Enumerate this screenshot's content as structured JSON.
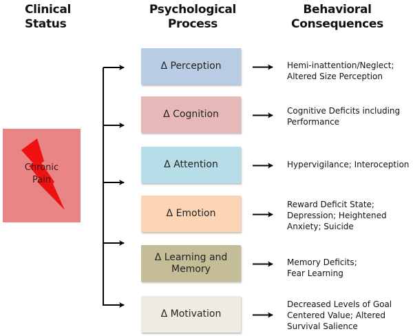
{
  "headers": {
    "clinical": [
      "Clinical",
      "Status"
    ],
    "process": [
      "Psychological",
      "Process"
    ],
    "consequences": [
      "Behavioral",
      "Consequences"
    ]
  },
  "clinical_status": {
    "label": [
      "Chronic",
      "Pain"
    ],
    "icon": "lightning-bolt-icon",
    "colors": {
      "box": "#e98585",
      "bolt": "#ee1111"
    }
  },
  "processes": [
    {
      "label": "Δ Perception",
      "color": "#b8cce4",
      "consequence": [
        "Hemi-inattention/Neglect;",
        "Altered Size Perception"
      ]
    },
    {
      "label": "Δ Cognition",
      "color": "#e6b9b8",
      "consequence": [
        "Cognitive Deficits including",
        "Performance"
      ]
    },
    {
      "label": "Δ Attention",
      "color": "#b7dde8",
      "consequence": [
        "Hypervigilance; Interoception"
      ]
    },
    {
      "label": "Δ Emotion",
      "color": "#fcd5b4",
      "consequence": [
        "Reward Deficit State;",
        "Depression; Heightened",
        "Anxiety; Suicide"
      ]
    },
    {
      "label": "Δ Learning and Memory",
      "label_lines": [
        "Δ Learning and",
        "Memory"
      ],
      "color": "#c4bd97",
      "consequence": [
        "Memory Deficits;",
        "Fear Learning"
      ]
    },
    {
      "label": "Δ Motivation",
      "color": "#eeece1",
      "consequence": [
        "Decreased Levels of  Goal",
        "Centered Value; Altered",
        "Survival Salience"
      ]
    }
  ]
}
